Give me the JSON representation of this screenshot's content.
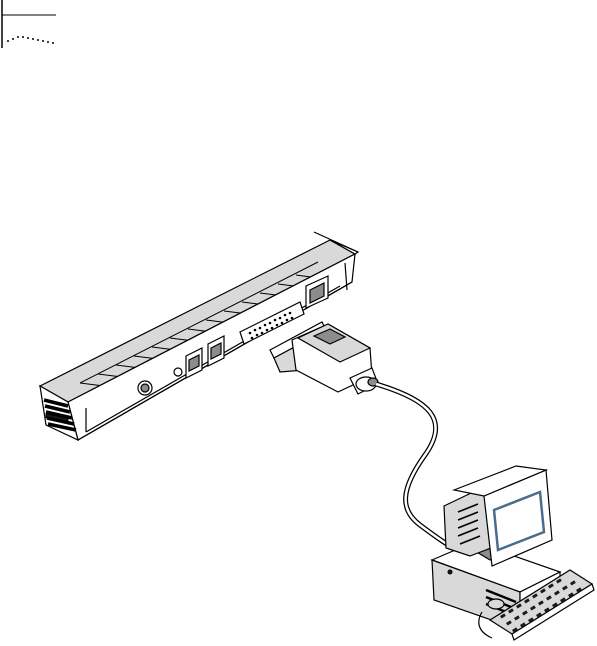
{
  "diagram": {
    "components": [
      "router",
      "serial-cable",
      "computer"
    ],
    "colors": {
      "line": "#000000",
      "light_gray": "#d9d9d9",
      "mid_gray": "#8c8c8c",
      "dark": "#1a1a1a",
      "screen": "#4a6d8c"
    },
    "icons": [
      "page-corner-mark-icon",
      "router-rear-panel-icon",
      "db25-connector-icon",
      "desktop-computer-icon",
      "keyboard-icon"
    ]
  }
}
